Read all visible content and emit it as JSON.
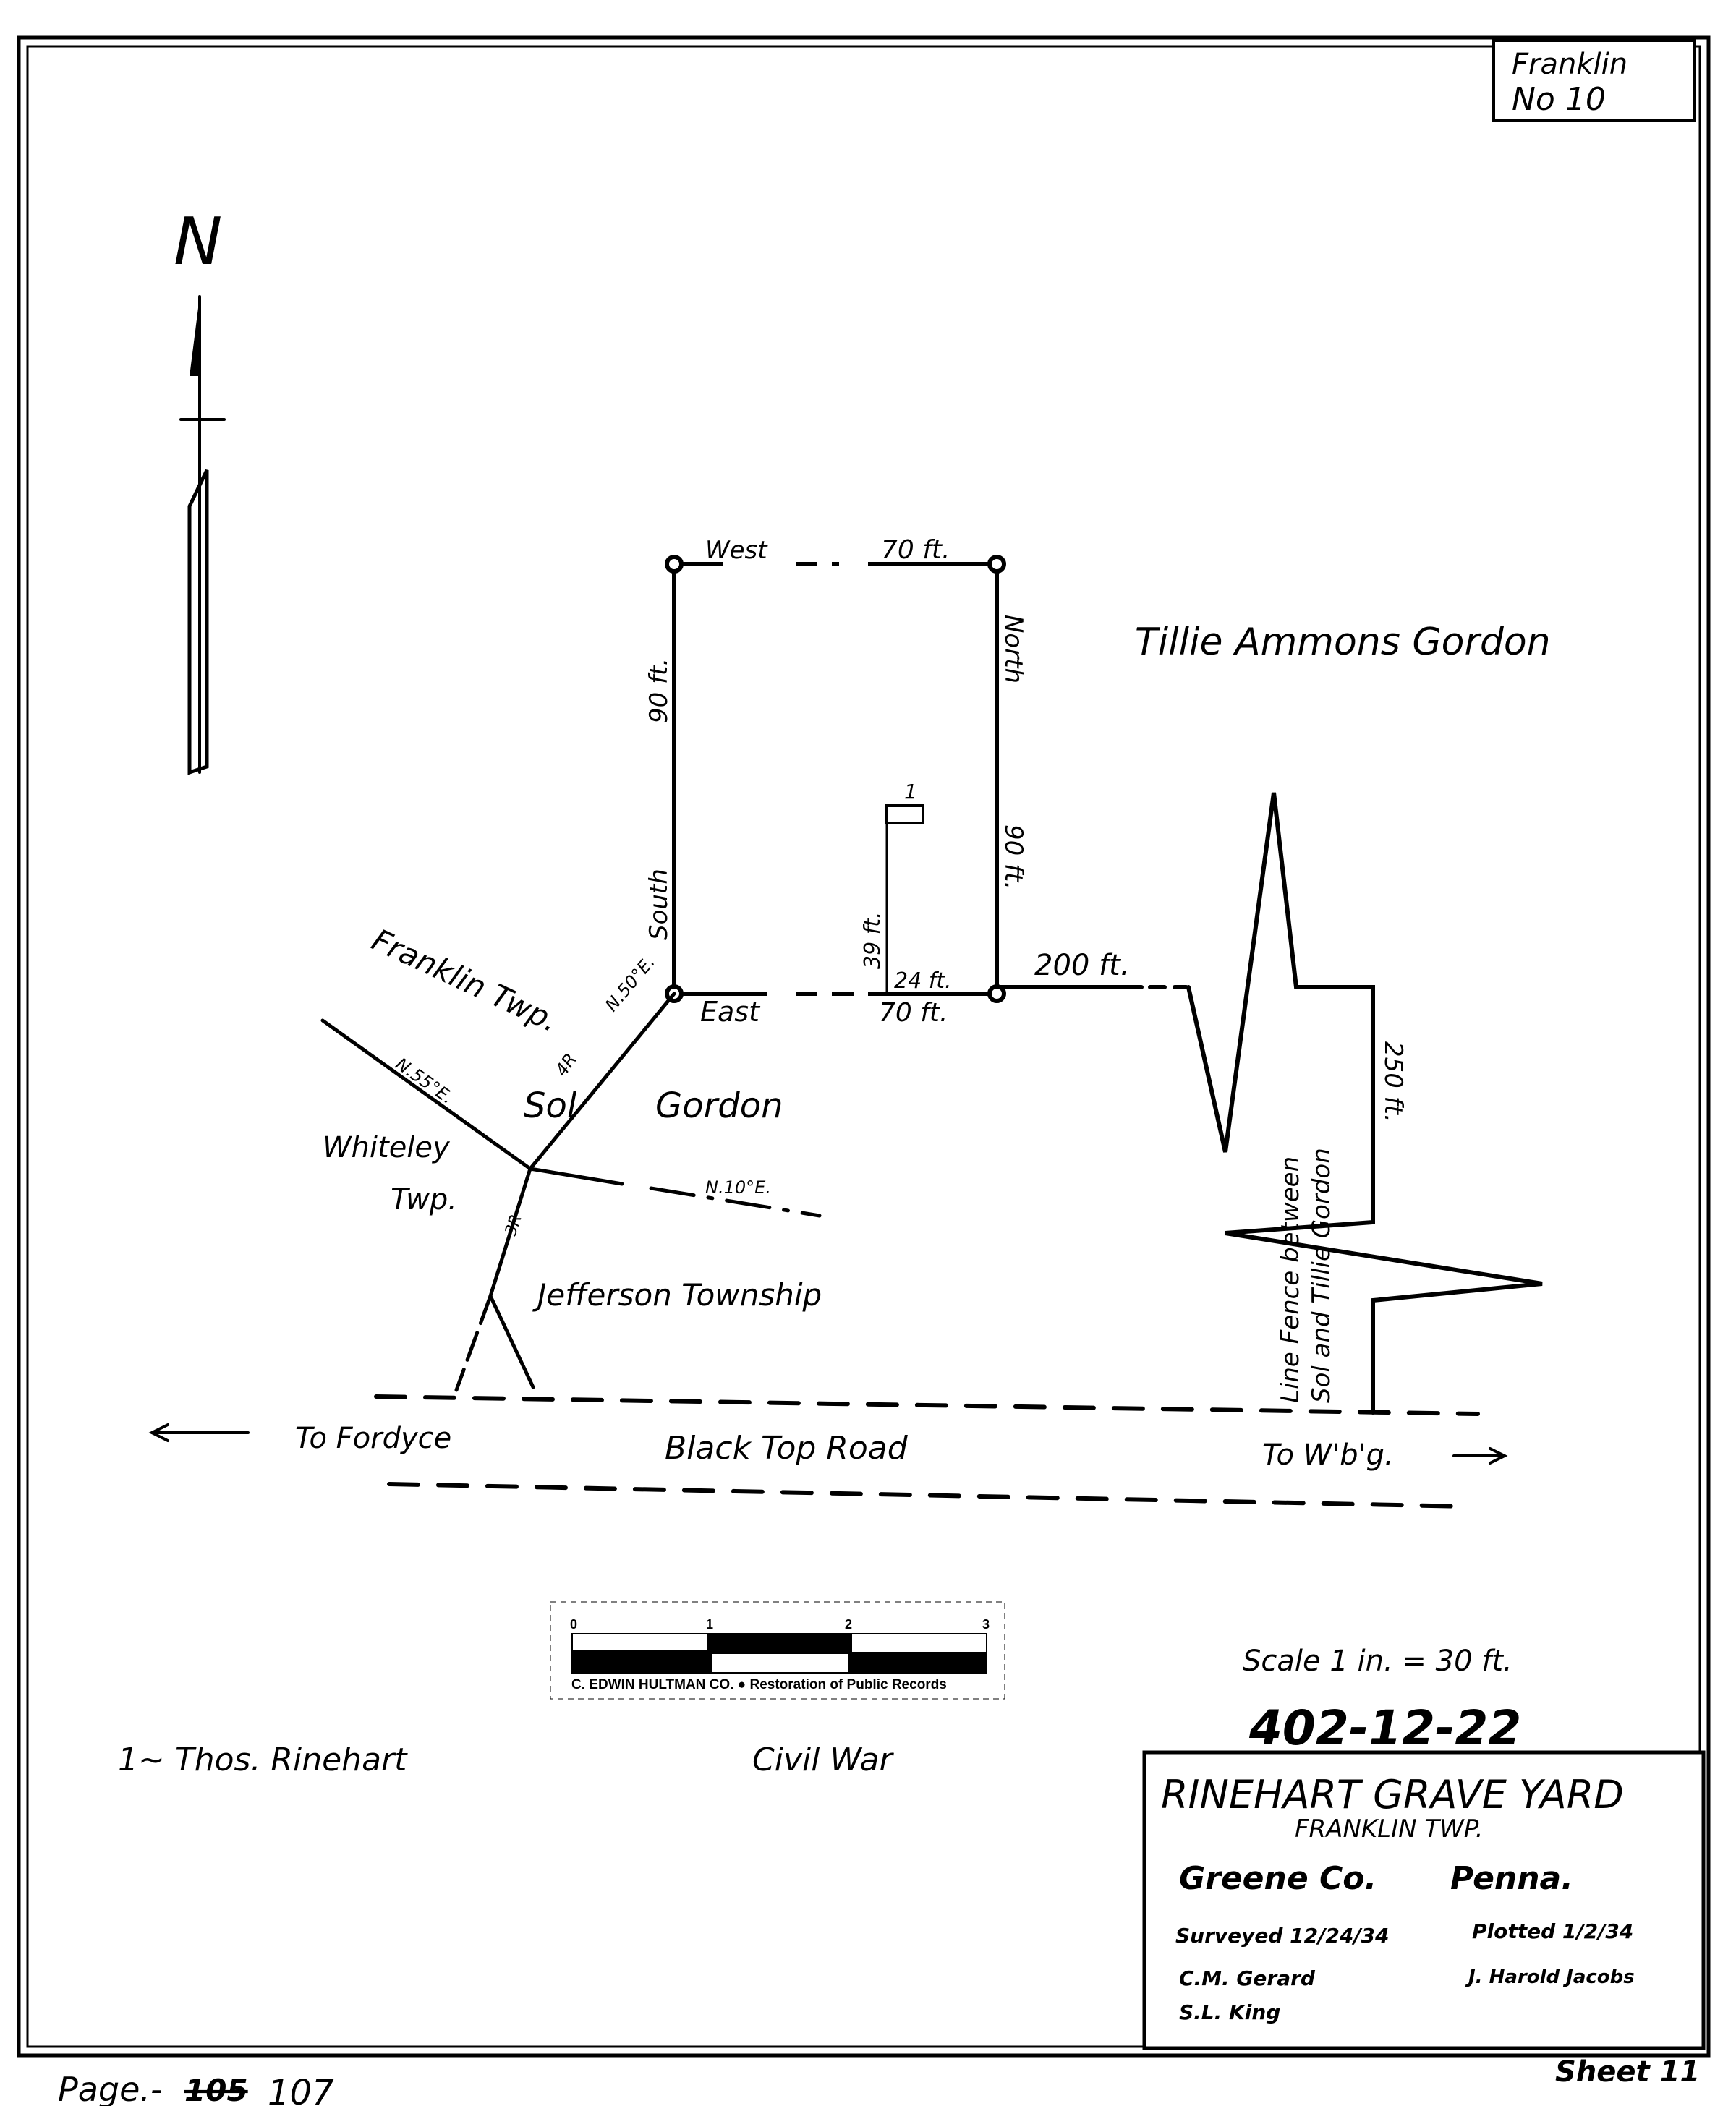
{
  "corner_box": {
    "line1": "Franklin",
    "line2": "No  10"
  },
  "north": {
    "label": "N"
  },
  "tract": {
    "top_left": "West",
    "top_right": "70 ft.",
    "left_upper": "90 ft.",
    "left_lower": "South",
    "right_upper": "North",
    "right_lower": "90 ft.",
    "bottom_left": "East",
    "bottom_right": "70 ft.",
    "grave_number": "1",
    "grave_vertical": "39 ft.",
    "grave_horizontal": "24 ft."
  },
  "labels": {
    "owner_north": "Tillie Ammons Gordon",
    "distance_east": "200 ft.",
    "distance_south": "250 ft.",
    "franklin_twp": "Franklin Twp.",
    "sol": "Sol",
    "gordon": "Gordon",
    "whiteley": "Whiteley",
    "whiteley_twp": "Twp.",
    "jefferson": "Jefferson Township",
    "bearing_n50e": "N.50°E.",
    "bearing_n55e": "N.55°E.",
    "bearing_n10e": "N.10°E.",
    "bearing_4r": "4R",
    "bearing_3r": "3R",
    "fence_line1": "Line  Fence  between",
    "fence_line2": "Sol  and  Tillie  Gordon"
  },
  "road": {
    "left": "To Fordyce",
    "name": "Black Top Road",
    "right": "To W'b'g."
  },
  "scale_bar": {
    "ticks": [
      "0",
      "1",
      "2",
      "3"
    ],
    "credit": "C. EDWIN HULTMAN CO.  ●  Restoration of Public Records"
  },
  "scale_text": "Scale    1 in. = 30 ft.",
  "file_number": "402-12-22",
  "burials": {
    "entry": "1~ Thos. Rinehart",
    "war": "Civil War"
  },
  "title_block": {
    "title": "RINEHART  GRAVE  YARD",
    "subtitle": "FRANKLIN  TWP.",
    "county": "Greene Co.",
    "state": "Penna.",
    "surveyed": "Surveyed 12/24/34",
    "plotted": "Plotted 1/2/34",
    "surveyor1": "C.M. Gerard",
    "surveyor2": "S.L. King",
    "plotter": "J. Harold Jacobs"
  },
  "sheet": "Sheet 11",
  "page": {
    "label": "Page.-",
    "struck": "105",
    "number": "107"
  }
}
